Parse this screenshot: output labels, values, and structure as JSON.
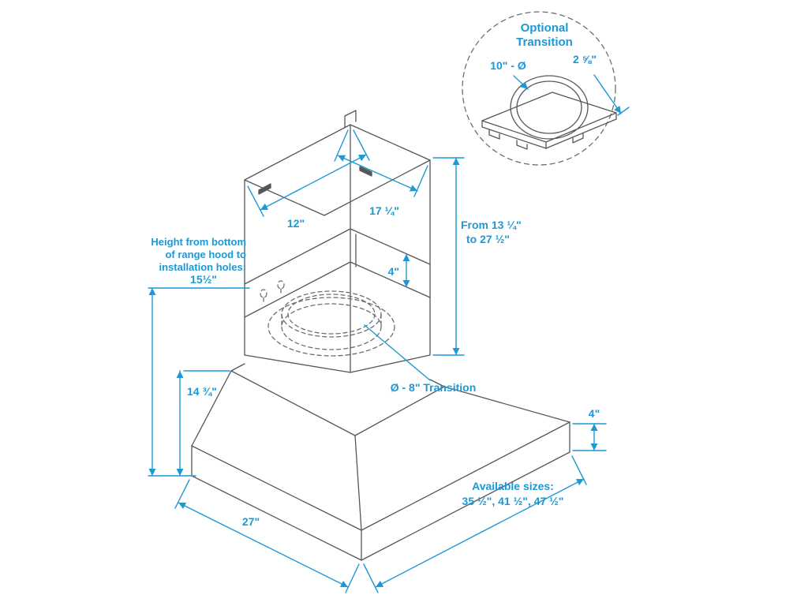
{
  "page": {
    "background": "#ffffff"
  },
  "colors": {
    "dimension_blue": "#1b99d6",
    "line_gray": "#55565a"
  },
  "optional_transition": {
    "title_line1": "Optional",
    "title_line2": "Transition",
    "diameter": "10\" - Ø",
    "flange_height": "2 ⅝\""
  },
  "dimensions": {
    "chimney_left_width": "12\"",
    "chimney_right_depth": "17 ¼\"",
    "chimney_height_line1": "From 13 ¼\"",
    "chimney_height_line2": "to 27 ½\"",
    "chimney_section_height": "4\"",
    "install_note_line1": "Height from bottom",
    "install_note_line2": "of range hood to",
    "install_note_line3": "installation holes:",
    "install_note_value": "15½\"",
    "hood_height": "14 ¾\"",
    "transition_callout": "Ø - 8\" Transition",
    "base_height": "4\"",
    "base_depth": "27\"",
    "available_sizes_label": "Available sizes:",
    "available_sizes_values": "35 ½\", 41 ½\", 47 ½\""
  }
}
